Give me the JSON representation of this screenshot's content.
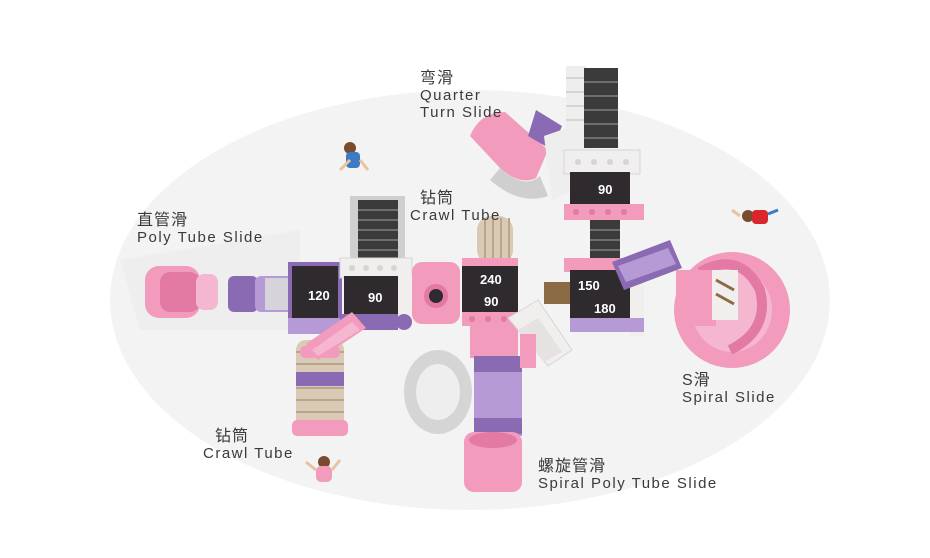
{
  "labels": {
    "quarter_turn_zh": "弯滑",
    "quarter_turn_en_1": "Quarter",
    "quarter_turn_en_2": "Turn Slide",
    "crawl_tube_top_zh": "钻筒",
    "crawl_tube_top_en": "Crawl Tube",
    "poly_tube_zh": "直管滑",
    "poly_tube_en": "Poly Tube Slide",
    "crawl_tube_bottom_zh": "钻筒",
    "crawl_tube_bottom_en": "Crawl Tube",
    "spiral_poly_zh": "螺旋管滑",
    "spiral_poly_en": "Spiral Poly Tube Slide",
    "s_slide_zh": "S滑",
    "s_slide_en": "Spiral Slide"
  },
  "platform_heights": {
    "p120": "120",
    "p90_left": "90",
    "p240": "240",
    "p90_center": "90",
    "p90_top": "90",
    "p150": "150",
    "p180": "180"
  },
  "colors": {
    "pink": "#f29bbd",
    "pink_dark": "#e27aa3",
    "purple": "#8a6bb3",
    "purple_light": "#b69ad6",
    "block_white": "#f1eeee",
    "deck_dark": "#2e2a2e",
    "shadow": "#eeeeee",
    "rail": "#d9c9b5"
  }
}
